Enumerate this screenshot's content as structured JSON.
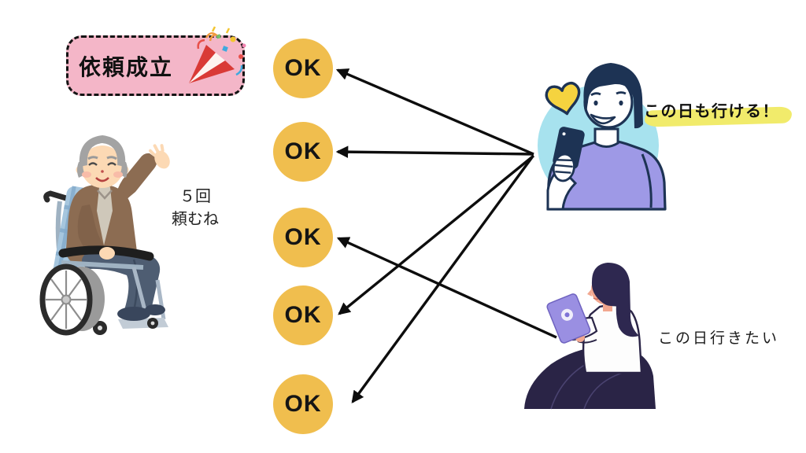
{
  "banner": {
    "label": "依頼成立",
    "color": "#F4B6C8"
  },
  "requester": {
    "description": "elderly man in wheelchair waving",
    "note_line1": "５回",
    "note_line2": "頼むね"
  },
  "ok": {
    "label": "OK",
    "count": 5,
    "color": "#F0BE4E"
  },
  "helper_man": {
    "description": "man holding smartphone",
    "speech": "この日も行ける！",
    "highlight_color": "#F1EB6B"
  },
  "helper_woman": {
    "description": "woman sitting with tablet",
    "speech": "この日行きたい"
  },
  "icons": {
    "celebration": "party-popper-icon",
    "like": "heart-icon"
  },
  "arrows": {
    "color": "#0d0d0d",
    "connections": [
      {
        "from": "helper-man",
        "to": "ok-1"
      },
      {
        "from": "helper-man",
        "to": "ok-2"
      },
      {
        "from": "helper-man",
        "to": "ok-4"
      },
      {
        "from": "helper-man",
        "to": "ok-5"
      },
      {
        "from": "helper-woman",
        "to": "ok-3"
      }
    ]
  }
}
